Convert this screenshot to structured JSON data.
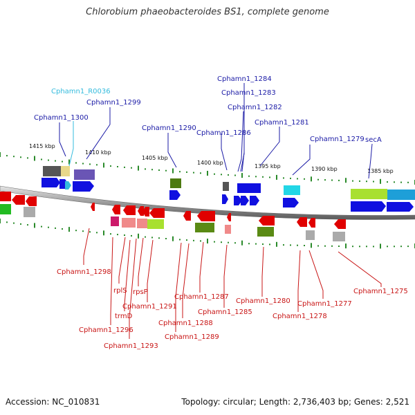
{
  "title": "Chlorobium phaeobacteroides BS1, complete genome",
  "footer": {
    "accession": "Accession: NC_010831",
    "summary": "Topology: circular; Length: 2,736,403 bp; Genes: 2,521"
  },
  "scale_labels": [
    "1415 kbp",
    "1410 kbp",
    "1405 kbp",
    "1400 kbp",
    "1395 kbp",
    "1390 kbp",
    "1385 kbp"
  ],
  "labels_top": [
    {
      "text": "Cphamn1_R0036",
      "color": "#33bbdd"
    },
    {
      "text": "Cphamn1_1299",
      "color": "#1a1aa6"
    },
    {
      "text": "Cphamn1_1300",
      "color": "#1a1aa6"
    },
    {
      "text": "Cphamn1_1290",
      "color": "#1a1aa6"
    },
    {
      "text": "Cphamn1_1284",
      "color": "#1a1aa6"
    },
    {
      "text": "Cphamn1_1283",
      "color": "#1a1aa6"
    },
    {
      "text": "Cphamn1_1282",
      "color": "#1a1aa6"
    },
    {
      "text": "Cphamn1_1281",
      "color": "#1a1aa6"
    },
    {
      "text": "Cphamn1_1286",
      "color": "#1a1aa6"
    },
    {
      "text": "Cphamn1_1279",
      "color": "#1a1aa6"
    },
    {
      "text": "secA",
      "color": "#1a1aa6"
    }
  ],
  "labels_bottom": [
    {
      "text": "Cphamn1_1298",
      "color": "#c81414"
    },
    {
      "text": "rplS",
      "color": "#c81414"
    },
    {
      "text": "rpsP",
      "color": "#c81414"
    },
    {
      "text": "trmD",
      "color": "#c81414"
    },
    {
      "text": "Cphamn1_1291",
      "color": "#c81414"
    },
    {
      "text": "Cphamn1_1296",
      "color": "#c81414"
    },
    {
      "text": "Cphamn1_1293",
      "color": "#c81414"
    },
    {
      "text": "Cphamn1_1287",
      "color": "#c81414"
    },
    {
      "text": "Cphamn1_1288",
      "color": "#c81414"
    },
    {
      "text": "Cphamn1_1289",
      "color": "#c81414"
    },
    {
      "text": "Cphamn1_1285",
      "color": "#c81414"
    },
    {
      "text": "Cphamn1_1280",
      "color": "#c81414"
    },
    {
      "text": "Cphamn1_1277",
      "color": "#c81414"
    },
    {
      "text": "Cphamn1_1278",
      "color": "#c81414"
    },
    {
      "text": "Cphamn1_1275",
      "color": "#c81414"
    }
  ]
}
